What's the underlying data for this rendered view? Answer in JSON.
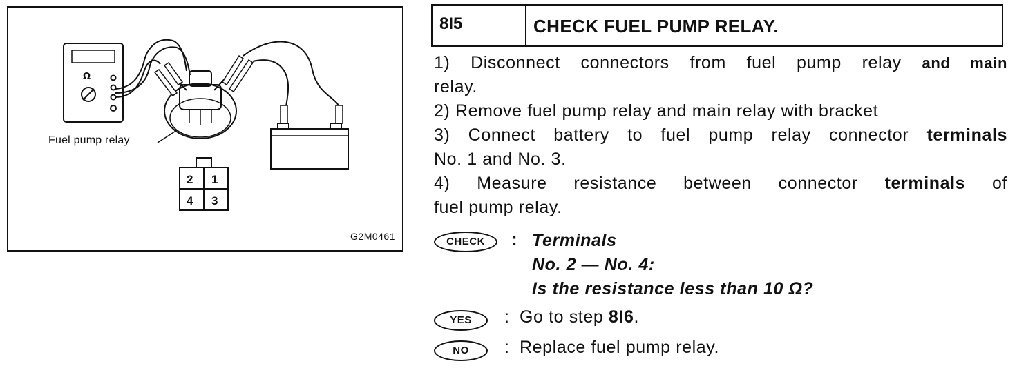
{
  "figure": {
    "callout_label": "Fuel pump relay",
    "figure_id": "G2M0461",
    "meter_symbol": "Ω",
    "connector_terminals": [
      "2",
      "1",
      "4",
      "3"
    ]
  },
  "header": {
    "step_number": "8I5",
    "title": "CHECK FUEL PUMP RELAY."
  },
  "instructions": {
    "step1_part1": "1)  Disconnect connectors from fuel pump relay",
    "step1_part2": "and main",
    "step1_part3": "relay.",
    "step2": "2)  Remove fuel pump relay and main relay with bracket",
    "step3_part1": "3)  Connect battery to fuel pump relay connector",
    "step3_part2": "terminals",
    "step3_part3": "No. 1 and No. 3.",
    "step4_part1": "4) Measure resistance between connector",
    "step4_part2": "terminals",
    "step4_part3": "of",
    "step4_part4": "fuel pump relay."
  },
  "check": {
    "badge": "CHECK",
    "colon": ":",
    "line1": "Terminals",
    "line2": "No. 2 — No. 4:",
    "line3": "Is the resistance less than 10 Ω?"
  },
  "yes": {
    "badge": "YES",
    "colon": ":",
    "text_prefix": "Go to step",
    "text_step": "8I6",
    "text_suffix": "."
  },
  "no": {
    "badge": "NO",
    "colon": ":",
    "text": "Replace fuel pump relay."
  }
}
